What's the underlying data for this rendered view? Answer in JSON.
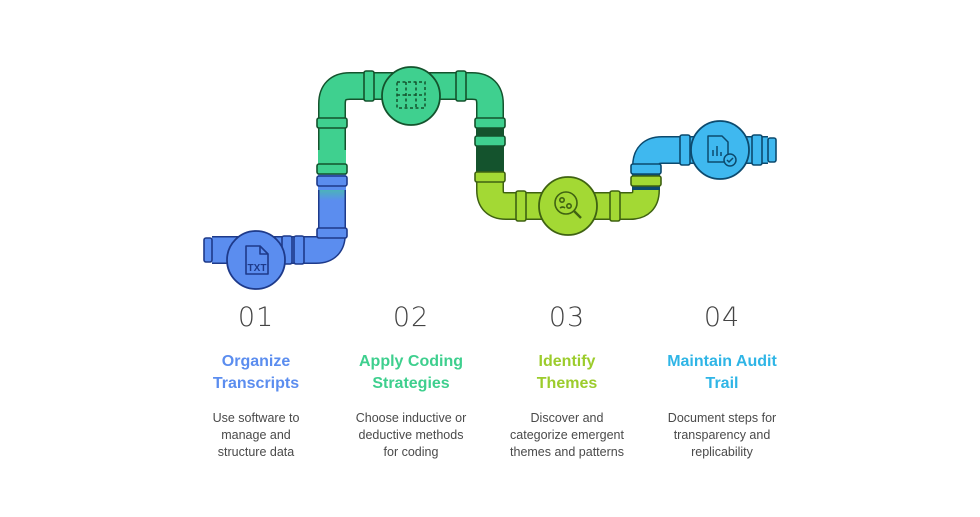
{
  "colors": {
    "blue": "#5b8def",
    "green": "#34d399",
    "lime": "#a3d934",
    "sky": "#38bdf8",
    "text_dark": "#444444"
  },
  "pipeline": {
    "stages": [
      {
        "icon": "txt-file-icon",
        "icon_text": "TXT"
      },
      {
        "icon": "grid-icon"
      },
      {
        "icon": "magnify-search-icon"
      },
      {
        "icon": "report-check-icon"
      }
    ]
  },
  "steps": [
    {
      "number": "01",
      "title": [
        "Organize",
        "Transcripts"
      ],
      "description": [
        "Use software to",
        "manage and",
        "structure data"
      ],
      "color": "#5b8def"
    },
    {
      "number": "02",
      "title": [
        "Apply Coding",
        "Strategies"
      ],
      "description": [
        "Choose inductive or",
        "deductive methods",
        "for coding"
      ],
      "color": "#3ecf8e"
    },
    {
      "number": "03",
      "title": [
        "Identify",
        "Themes"
      ],
      "description": [
        "Discover and",
        "categorize emergent",
        "themes and patterns"
      ],
      "color": "#9ccc2c"
    },
    {
      "number": "04",
      "title": [
        "Maintain Audit",
        "Trail"
      ],
      "description": [
        "Document steps for",
        "transparency and",
        "replicability"
      ],
      "color": "#2fb5e6"
    }
  ]
}
